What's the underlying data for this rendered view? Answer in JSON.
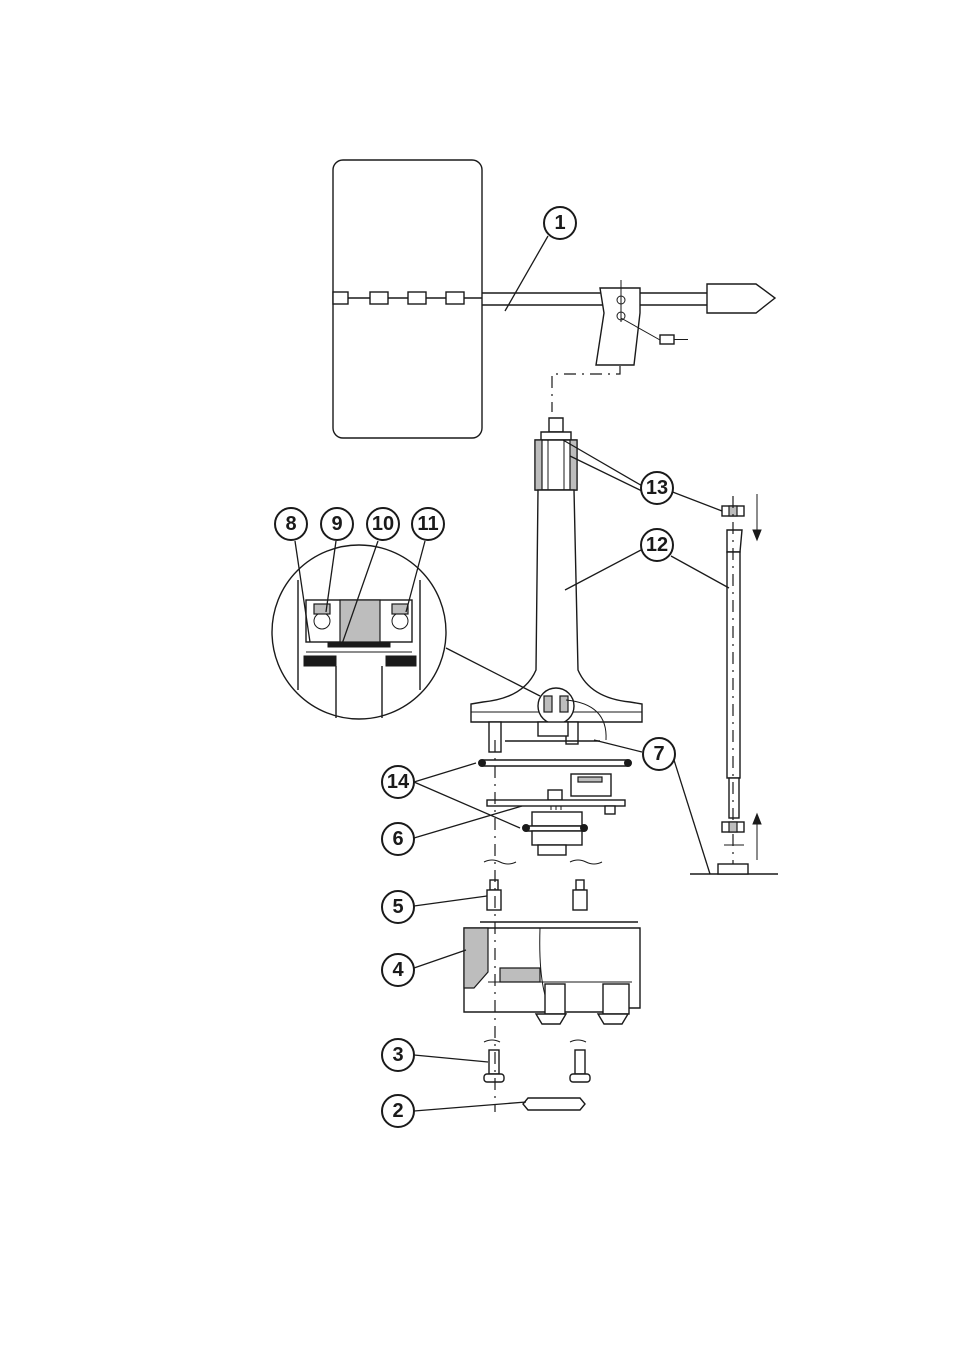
{
  "colors": {
    "line": "#1a1a1a",
    "background": "#ffffff",
    "shade": "#bdbdbd"
  },
  "callouts": [
    {
      "id": "c1",
      "label": "1"
    },
    {
      "id": "c2",
      "label": "2"
    },
    {
      "id": "c3",
      "label": "3"
    },
    {
      "id": "c4",
      "label": "4"
    },
    {
      "id": "c5",
      "label": "5"
    },
    {
      "id": "c6",
      "label": "6"
    },
    {
      "id": "c7",
      "label": "7"
    },
    {
      "id": "c8",
      "label": "8"
    },
    {
      "id": "c9",
      "label": "9"
    },
    {
      "id": "c10",
      "label": "10"
    },
    {
      "id": "c11",
      "label": "11"
    },
    {
      "id": "c12",
      "label": "12"
    },
    {
      "id": "c13",
      "label": "13"
    },
    {
      "id": "c14",
      "label": "14"
    }
  ]
}
